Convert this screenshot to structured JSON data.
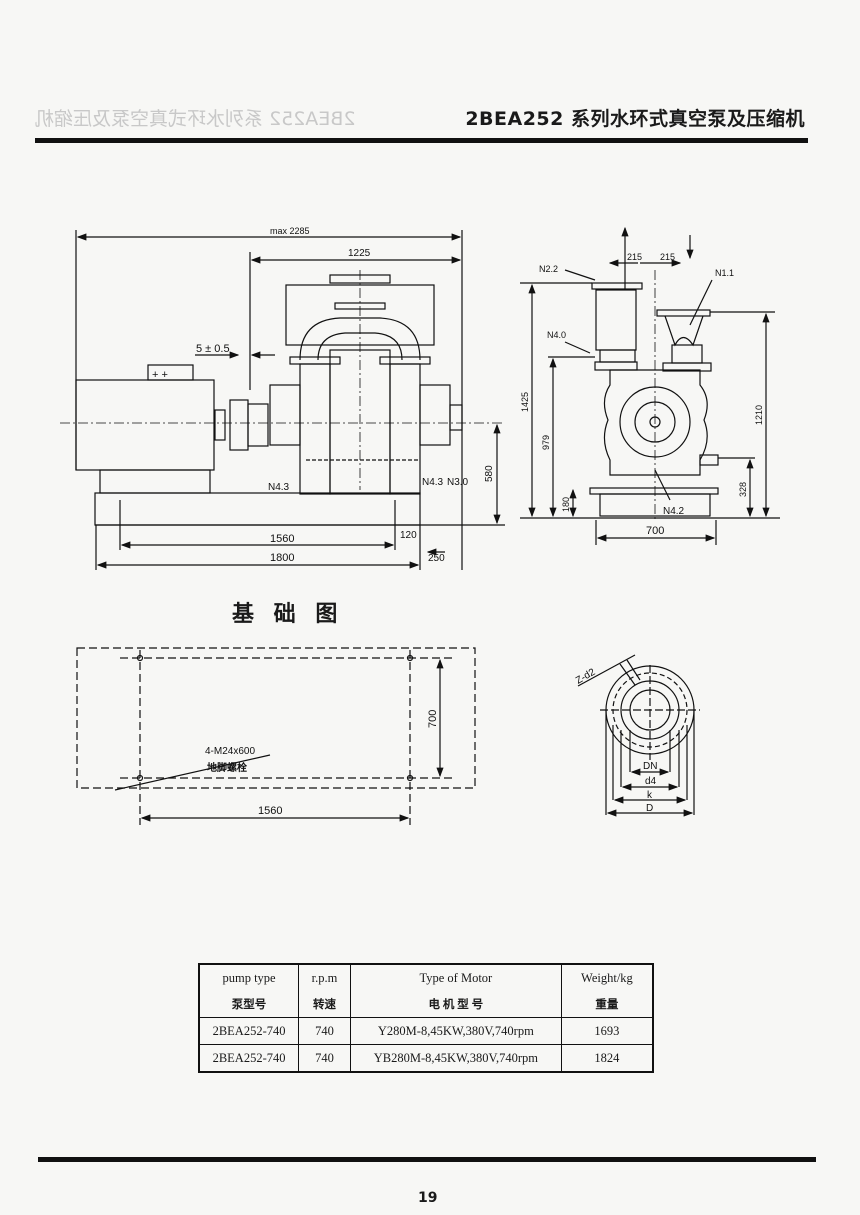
{
  "header": {
    "title": "2BEA252 系列水环式真空泵及压缩机",
    "ghost_text": "2BEA252 系列水环式真空泵及压缩机"
  },
  "side_view": {
    "dims": {
      "max_length": "max 2285",
      "pump_length": "1225",
      "gap": "5 ± 0.5",
      "shaft_height": "580",
      "bolt_span": "1560",
      "base_length": "1800",
      "offset_120": "120",
      "offset_250": "250"
    },
    "labels": {
      "n43_left": "N4.3",
      "n43_right": "N4.3",
      "n30": "N3.0"
    }
  },
  "front_view": {
    "dims": {
      "h1425": "1425",
      "h979": "979",
      "h180": "180",
      "h1210": "1210",
      "h328": "328",
      "w700": "700",
      "w215a": "215",
      "w215b": "215"
    },
    "labels": {
      "n22": "N2.2",
      "n11": "N1.1",
      "n40": "N4.0",
      "n42": "N4.2"
    }
  },
  "foundation": {
    "title": "基 础 图",
    "dim_700": "700",
    "dim_1560": "1560",
    "bolt_spec": "4-M24x600",
    "bolt_name": "地脚螺栓"
  },
  "flange": {
    "z_d2": "Z-d2",
    "dn": "DN",
    "d4": "d4",
    "k": "k",
    "d": "D"
  },
  "table": {
    "headers_en": [
      "pump type",
      "r.p.m",
      "Type of Motor",
      "Weight/kg"
    ],
    "headers_cn": [
      "泵型号",
      "转速",
      "电 机 型 号",
      "重量"
    ],
    "rows": [
      [
        "2BEA252-740",
        "740",
        "Y280M-8,45KW,380V,740rpm",
        "1693"
      ],
      [
        "2BEA252-740",
        "740",
        "YB280M-8,45KW,380V,740rpm",
        "1824"
      ]
    ]
  },
  "footer": {
    "page_number": "19"
  }
}
